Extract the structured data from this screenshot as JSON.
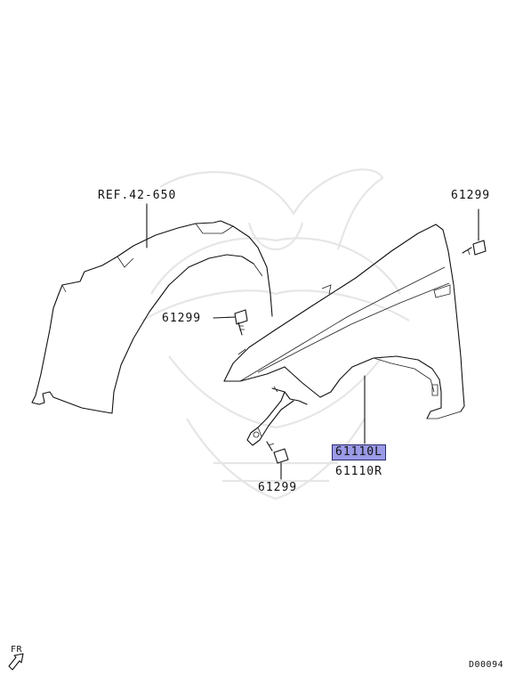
{
  "labels": {
    "ref": "REF.42-650",
    "bolt_top_right": "61299",
    "bolt_left": "61299",
    "bolt_bottom": "61299",
    "part_left": "61110L",
    "part_right": "61110R",
    "front_indicator": "FR",
    "diagram_code": "D00094"
  },
  "colors": {
    "highlight": "#9a9ae6",
    "line": "#111111",
    "watermark": "#e6e6e6"
  },
  "icons": {
    "front_arrow": "front-direction-arrow-icon",
    "watermark": "samurai-helmet-watermark"
  }
}
